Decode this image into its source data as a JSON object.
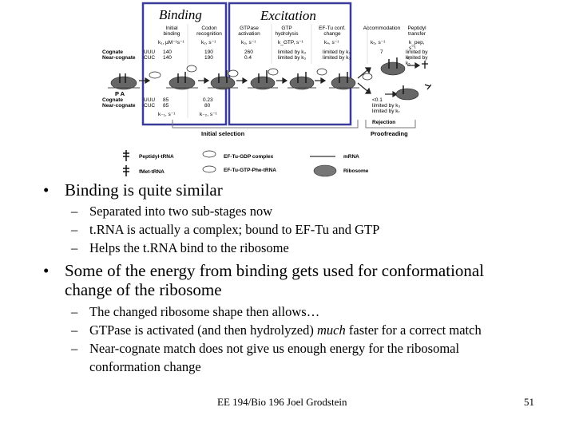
{
  "figure": {
    "headers": {
      "binding": "Binding",
      "excitation": "Excitation"
    },
    "columns": [
      {
        "title": "Initial binding",
        "unit": "k₁, µM⁻¹s⁻¹"
      },
      {
        "title": "Codon recognition",
        "unit": "k₂, s⁻¹"
      },
      {
        "title": "GTPase activation",
        "unit": "k₃, s⁻¹"
      },
      {
        "title": "GTP hydrolysis",
        "unit": "k_GTP, s⁻¹"
      },
      {
        "title": "EF-Tu conf. change",
        "unit": "k₄, s⁻¹"
      },
      {
        "title": "Accommodation",
        "unit": "k₅, s⁻¹"
      },
      {
        "title": "Peptidyl transfer",
        "unit": "k_pep, s⁻¹"
      }
    ],
    "row_labels": {
      "cognate_top": "Cognate",
      "cognate_codon": "UUU",
      "near_top": "Near-cognate",
      "near_codon": "CUC",
      "cognate_bottom": "Cognate",
      "cognate_bottom_codon": "UUU",
      "near_bottom": "Near-cognate",
      "near_bottom_codon": "CUC"
    },
    "top_values": [
      [
        "140",
        "190",
        "260",
        "limited by k₃",
        "limited by k₃",
        "7",
        "limited by k₅"
      ],
      [
        "140",
        "190",
        "0.4",
        "limited by k₃",
        "limited by k₃",
        "",
        "limited by k₅"
      ]
    ],
    "bottom_values": [
      [
        "85",
        "0.23"
      ],
      [
        "85",
        "80"
      ]
    ],
    "bottom_units": {
      "k_minus1": "k₋₁, s⁻¹",
      "k_minus2": "k₋₂, s⁻¹"
    },
    "rejection": {
      "value": "<0.1",
      "note1": "limited by k₃",
      "note2": "limited by k₇",
      "label": "Rejection"
    },
    "site_labels": "P  A",
    "stages": {
      "initial_selection": "Initial selection",
      "proofreading": "Proofreading"
    },
    "legend": [
      {
        "label": "Peptidyl-tRNA"
      },
      {
        "label": "fMet-tRNA"
      },
      {
        "label": "EF-Tu-GDP complex"
      },
      {
        "label": "EF-Tu-GTP-Phe-tRNA"
      },
      {
        "label": "mRNA"
      },
      {
        "label": "Ribosome"
      }
    ],
    "box_color": "#3b3b9b"
  },
  "bullets": [
    {
      "text": "Binding is quite similar",
      "subs": [
        {
          "parts": [
            {
              "t": "Separated into two sub-stages now",
              "i": false
            }
          ]
        },
        {
          "parts": [
            {
              "t": "t.RNA is actually a complex; bound to EF-Tu and GTP",
              "i": false
            }
          ]
        },
        {
          "parts": [
            {
              "t": "Helps the t.RNA bind to the ribosome",
              "i": false
            }
          ]
        }
      ]
    },
    {
      "text": "Some of the energy from binding gets used for conformational change of the ribosome",
      "subs": [
        {
          "parts": [
            {
              "t": "The changed ribosome shape then allows…",
              "i": false
            }
          ]
        },
        {
          "parts": [
            {
              "t": "GTPase is activated (and then hydrolyzed) ",
              "i": false
            },
            {
              "t": "much",
              "i": true
            },
            {
              "t": " faster for a correct match",
              "i": false
            }
          ]
        },
        {
          "parts": [
            {
              "t": "Near-cognate match does not give us enough energy for the ribosomal conformation change",
              "i": false
            }
          ]
        }
      ]
    }
  ],
  "footer": {
    "course": "EE 194/Bio 196 Joel Grodstein",
    "page": "51"
  }
}
